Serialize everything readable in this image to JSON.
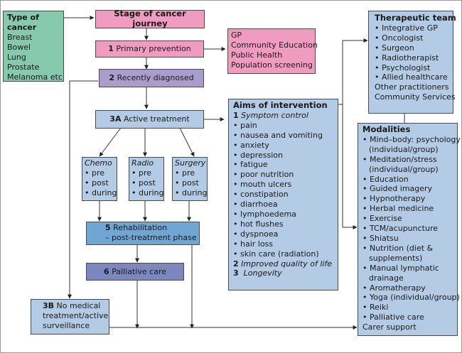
{
  "type_of_cancer": {
    "title": "Type of cancer",
    "items": [
      "Breast",
      "Bowel",
      "Lung",
      "Prostate",
      "Melanoma etc"
    ]
  },
  "stage_header": "Stage of cancer journey",
  "stages": {
    "s1": {
      "num": "1",
      "label": "Primary prevention"
    },
    "s2": {
      "num": "2",
      "label": "Recently diagnosed"
    },
    "s3a": {
      "num": "3A",
      "label": "Active treatment"
    },
    "s3b": {
      "num": "3B",
      "label": "No medical treatment/active surveillance"
    },
    "s5": {
      "num": "5",
      "label": "Rehabilitation",
      "label2": "– post-treatment phase"
    },
    "s6": {
      "num": "6",
      "label": "Palliative care"
    }
  },
  "prevention_providers": [
    "GP",
    "Community Education",
    "Public Health",
    "Population screening"
  ],
  "treatments": [
    {
      "name": "Chemo",
      "items": [
        "pre",
        "post",
        "during"
      ]
    },
    {
      "name": "Radio",
      "items": [
        "pre",
        "post",
        "during"
      ]
    },
    {
      "name": "Surgery",
      "items": [
        "pre",
        "post",
        "during"
      ]
    }
  ],
  "aims": {
    "title": "Aims of  intervention",
    "aim1": {
      "num": "1",
      "label": "Symptom control"
    },
    "symptoms": [
      "pain",
      "nausea and vomiting",
      "anxiety",
      "depression",
      "fatigue",
      "poor nutrition",
      "mouth ulcers",
      "constipation",
      "diarrhoea",
      "lymphoedema",
      "hot flushes",
      "dyspnoea",
      "hair loss",
      "skin care (radiation)"
    ],
    "aim2": {
      "num": "2",
      "label": "Improved quality of life"
    },
    "aim3": {
      "num": "3",
      "label": "Longevity"
    }
  },
  "team": {
    "title": "Therapeutic team",
    "items": [
      "Integrative GP",
      "Oncologist",
      "Surgeon",
      "Radiotherapist",
      "Psychologist",
      "Allied healthcare"
    ],
    "extra": [
      "Other practitioners",
      "Community Services"
    ]
  },
  "modalities": {
    "title": "Modalities",
    "items": [
      [
        "Mind–body: psychology",
        "(individual/group)"
      ],
      [
        "Meditation/stress",
        "(individual/group)"
      ],
      [
        "Education"
      ],
      [
        "Guided imagery"
      ],
      [
        "Hypnotherapy"
      ],
      [
        "Herbal medicine"
      ],
      [
        "Exercise"
      ],
      [
        "TCM/acupuncture"
      ],
      [
        "Shiatsu"
      ],
      [
        "Nutrition (diet &",
        "supplements)"
      ],
      [
        "Manual lymphatic",
        "drainage"
      ],
      [
        "Aromatherapy"
      ],
      [
        "Yoga (individual/group)"
      ],
      [
        "Reiki"
      ],
      [
        "Palliative care"
      ]
    ],
    "extra": "Carer support"
  },
  "bullet": "•",
  "colors": {
    "pink": "#f09cc0",
    "green": "#86c9ad",
    "purple": "#a99ecb",
    "light_blue": "#b3cbe4",
    "mid_blue": "#6fa6d4",
    "indigo": "#7d87bf"
  }
}
